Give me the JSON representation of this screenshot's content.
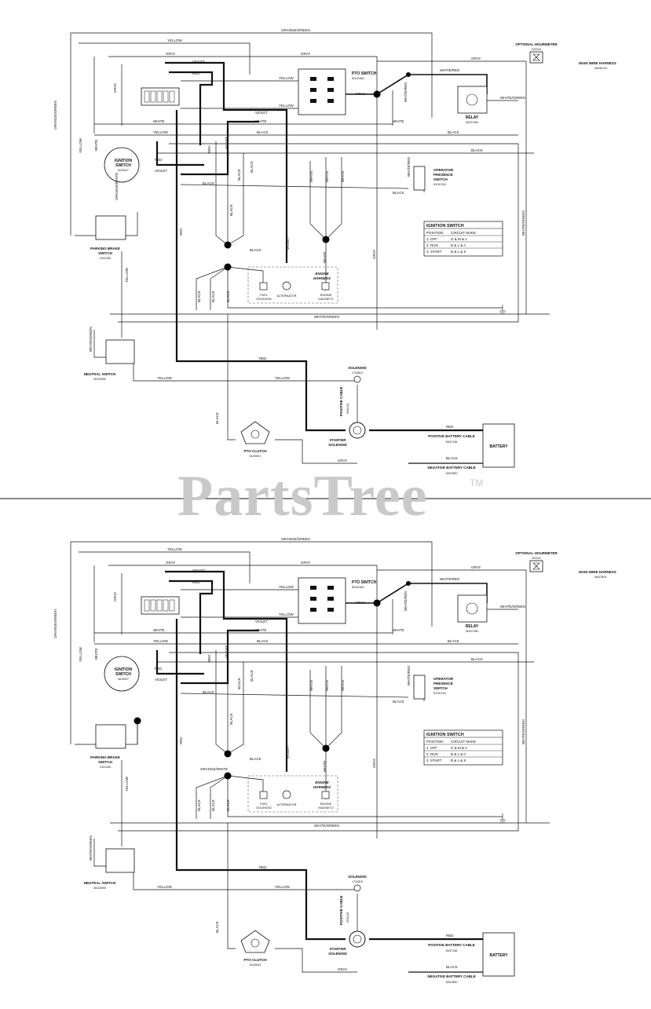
{
  "watermark": {
    "brand": "PartsTree",
    "tm": "TM"
  },
  "diagrams": [
    {
      "harness_label": "MAIN WIRE HARNESS",
      "harness_part": "5406103",
      "hourmeter_label": "OPTIONAL HOURMETER",
      "hourmeter_part": "322224",
      "pto_switch_label": "PTO SWITCH",
      "pto_switch_part": "5022180",
      "relay_label": "RELAY",
      "relay_part": "5021766",
      "ignition_label": [
        "IGNITION",
        "SWITCH"
      ],
      "ignition_part": "5020027",
      "operator_label": [
        "OPERATOR",
        "PRESENCE",
        "SWITCH"
      ],
      "operator_part": "5101216",
      "parking_label": [
        "PARKING BRAKE",
        "SWITCH"
      ],
      "parking_part": "5101328",
      "neutral_label": "NEUTRAL SWITCH",
      "neutral_part": "5022055",
      "engine_harness": [
        "ENGINE",
        "HARNESS"
      ],
      "fuel_solenoid": [
        "FUEL",
        "SOLENOID"
      ],
      "alternator": "ALTERNATOR",
      "engine_magneto": [
        "ENGINE",
        "MAGNETO"
      ],
      "solenoid_label": "SOLENOID",
      "solenoid_part": "1724815",
      "positive_cable_vertical": "POSITIVE CABLE",
      "positive_cable_vertical_part": "5041122",
      "starter_solenoid": [
        "STARTER",
        "SOLENOID"
      ],
      "pos_battery_cable": "POSITIVE BATTERY CABLE",
      "pos_battery_part": "5047136",
      "neg_battery_cable": "NEGATIVE BATTERY CABLE",
      "neg_battery_part": "5047890",
      "battery": "BATTERY",
      "pto_clutch": "PTO CLUTCH",
      "pto_clutch_part": "5103001",
      "ign_table": {
        "title": "IGNITION SWITCH",
        "headers": [
          "POSITION",
          "CIRCUIT MAKE"
        ],
        "rows": [
          [
            "1. OFF",
            "G & M & A"
          ],
          [
            "2. RUN",
            "B & L & A"
          ],
          [
            "3. START",
            "B & L & S"
          ]
        ]
      },
      "wires": {
        "orange_green": "ORANGE/GREEN",
        "yellow": "YELLOW",
        "gray": "GRAY",
        "violet": "VIOLET",
        "red": "RED",
        "white": "WHITE",
        "black": "BLACK",
        "white_red": "WHITE/RED",
        "white_green": "WHITE/GREEN",
        "orange_white": "ORANGE/WHITE"
      }
    },
    {
      "harness_label": "MAIN WIRE HARNESS",
      "harness_part": "5407801",
      "hourmeter_label": "OPTIONAL HOURMETER",
      "hourmeter_part": "322224",
      "pto_switch_label": "PTO SWITCH",
      "pto_switch_part": "5022180",
      "relay_label": "RELAY",
      "relay_part": "5021766",
      "ignition_label": [
        "IGNITION",
        "SWITCH"
      ],
      "ignition_part": "5020027",
      "operator_label": [
        "OPERATOR",
        "PRESENCE",
        "SWITCH"
      ],
      "operator_part": "5101216",
      "parking_label": [
        "PARKING BRAKE",
        "SWITCH"
      ],
      "parking_part": "5101328",
      "neutral_label": "NEUTRAL SWITCH",
      "neutral_part": "5022055",
      "engine_harness": [
        "ENGINE",
        "HARNESS"
      ],
      "fuel_solenoid": [
        "FUEL",
        "SOLENOID"
      ],
      "alternator": "ALTERNATOR",
      "engine_magneto": [
        "ENGINE",
        "MAGNETO"
      ],
      "solenoid_label": "SOLENOID",
      "solenoid_part": "1724815",
      "positive_cable_vertical": "POSITIVE CABLE",
      "positive_cable_vertical_part": "5041122",
      "starter_solenoid": [
        "STARTER",
        "SOLENOID"
      ],
      "pos_battery_cable": "POSITIVE BATTERY CABLE",
      "pos_battery_part": "5047136",
      "neg_battery_cable": "NEGATIVE BATTERY CABLE",
      "neg_battery_part": "5047890",
      "battery": "BATTERY",
      "pto_clutch": "PTO CLUTCH",
      "pto_clutch_part": "5103004",
      "ign_table": {
        "title": "IGNITION SWITCH",
        "headers": [
          "POSITION",
          "CIRCUIT MAKE"
        ],
        "rows": [
          [
            "1. OFF",
            "G & M & A"
          ],
          [
            "2. RUN",
            "B & L & A"
          ],
          [
            "3. START",
            "B & L & S"
          ]
        ]
      },
      "wires": {
        "orange_green": "ORANGE/GREEN",
        "yellow": "YELLOW",
        "gray": "GRAY",
        "violet": "VIOLET",
        "red": "RED",
        "white": "WHITE",
        "black": "BLACK",
        "white_red": "WHITE/RED",
        "white_green": "WHITE/GREEN",
        "orange_white": "ORANGE/WHITE"
      }
    }
  ]
}
